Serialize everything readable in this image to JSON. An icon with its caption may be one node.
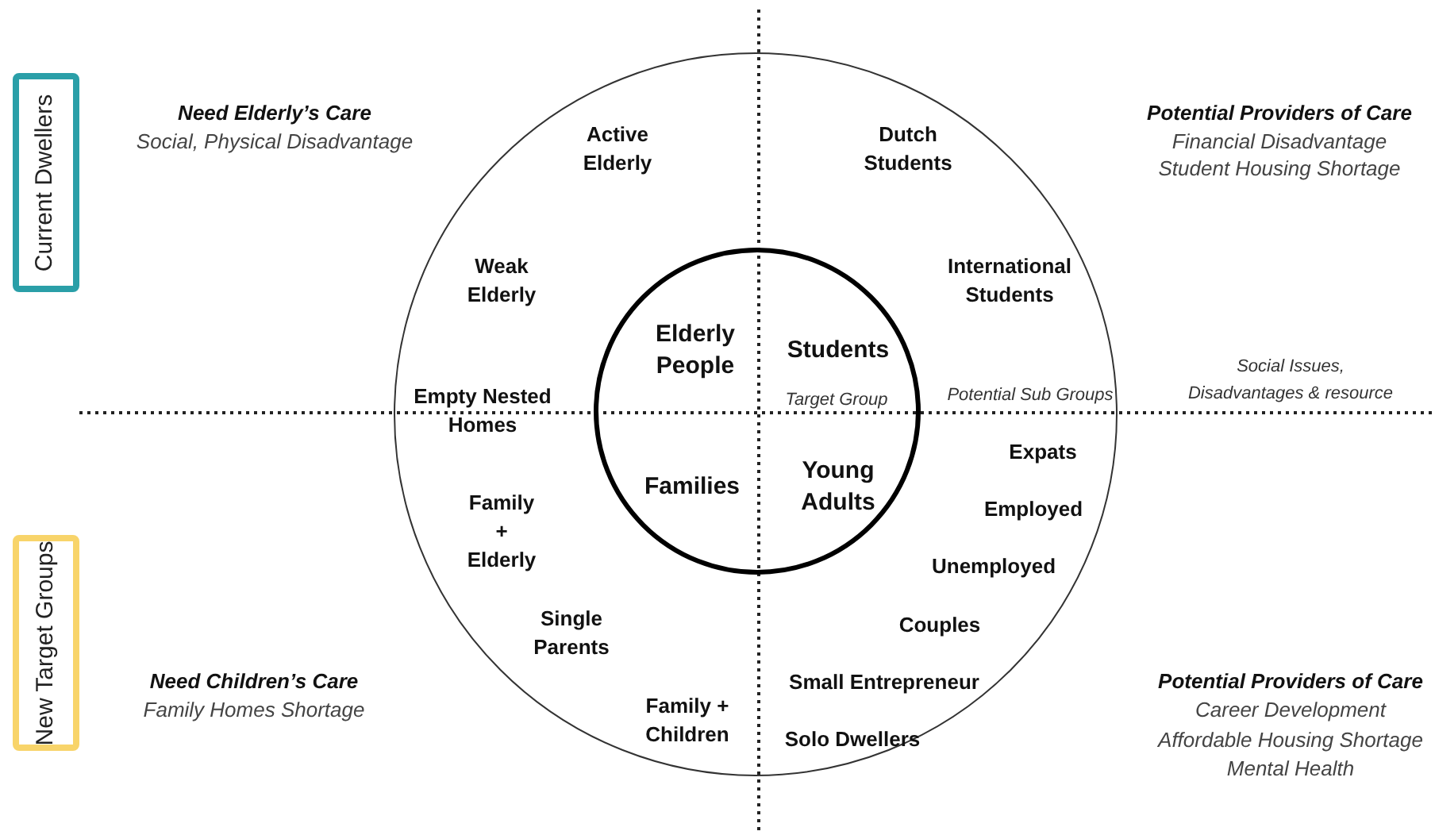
{
  "diagram": {
    "nodes": [
      {
        "text": [
          "Current Dwellers"
        ]
      },
      {
        "text": [
          "New Target Groups"
        ]
      },
      {
        "text": [
          "Active Elderly",
          "Dutch Students",
          "Weak Elderly",
          "International Students",
          "Empty Nested Homes",
          "Potential Sub Groups",
          "Expats",
          "Employed",
          "Family + Elderly",
          "Unemployed",
          "Single Parents",
          "Couples",
          "Family + Children",
          "Small Entrepreneur",
          "Solo Dwellers"
        ]
      },
      {
        "text": [
          "Elderly People",
          "Students",
          "Target Group",
          "Families",
          "Young Adults"
        ],
        "in": 2
      }
    ],
    "edges": [],
    "labels": [
      "Need Elderly’s Care",
      "Social, Physical Disadvantage",
      "Potential Providers of Care",
      "Financial Disadvantage",
      "Student Housing Shortage",
      "Social Issues, Disadvantages & resource",
      "Need Children’s Care",
      "Family Homes Shortage",
      "Potential Providers of Care",
      "Career Development",
      "Affordable Housing Shortage",
      "Mental Health"
    ]
  }
}
